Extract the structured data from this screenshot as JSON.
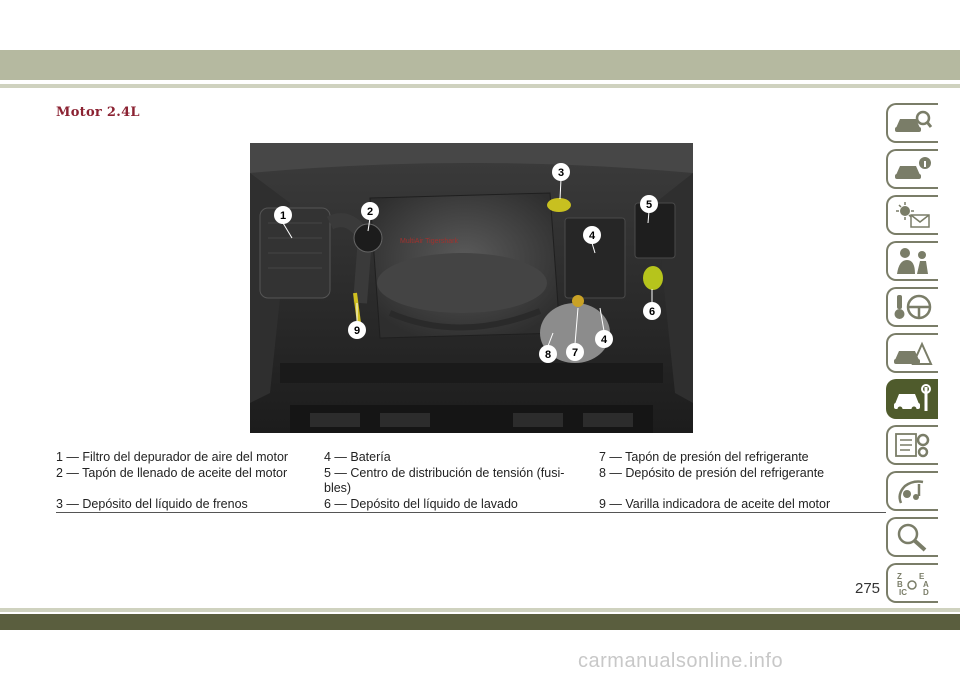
{
  "section_title": "Motor 2.4L",
  "callouts": [
    "1",
    "2",
    "3",
    "4",
    "5",
    "6",
    "7",
    "8",
    "9"
  ],
  "engine_cover_text": "MultiAir  Tigershark",
  "captions": [
    {
      "left": "1 — Filtro del depurador de aire del motor",
      "middle": "4 — Batería",
      "right": "7 — Tapón de presión del refrigerante"
    },
    {
      "left": "2 — Tapón de llenado de aceite del motor",
      "middle": "5 — Centro de distribución de tensión (fusi-",
      "right": "8 — Depósito de presión del refrigerante"
    },
    {
      "left": "",
      "middle": "bles)",
      "right": ""
    },
    {
      "left": "3 — Depósito del líquido de frenos",
      "middle": "6 — Depósito del líquido de lavado",
      "right": "9 — Varilla indicadora de aceite del motor"
    }
  ],
  "page_number": "275",
  "watermark": "carmanualsonline.info",
  "sidebar_tabs": [
    {
      "icon": "car-search-icon"
    },
    {
      "icon": "car-info-icon"
    },
    {
      "icon": "warning-lights-message-icon"
    },
    {
      "icon": "safety-occupant-icon"
    },
    {
      "icon": "steering-key-icon"
    },
    {
      "icon": "car-warning-triangle-icon"
    },
    {
      "icon": "car-wrench-icon",
      "active": true
    },
    {
      "icon": "specs-gears-icon"
    },
    {
      "icon": "multimedia-icon"
    },
    {
      "icon": "index-search-icon"
    },
    {
      "icon": "alphabet-index-icon"
    }
  ],
  "colors": {
    "accent": "#8b2232",
    "band_light": "#b5b9a0",
    "band_dark": "#5a5e3e",
    "active_tab": "#4f5b2c"
  }
}
